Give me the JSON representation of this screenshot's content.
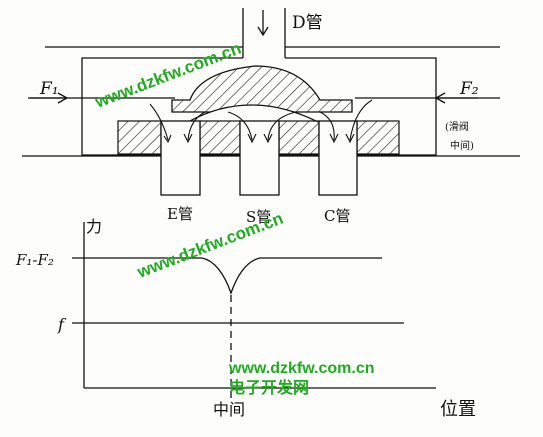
{
  "labels": {
    "d_pipe": "D管",
    "f1": "F₁",
    "f2": "F₂",
    "e_pipe": "E管",
    "s_pipe": "S管",
    "c_pipe": "C管",
    "side_note_1": "(滑阀",
    "side_note_2": "中间)",
    "force_axis": "力",
    "f1_minus_f2": "F₁-F₂",
    "f": "f",
    "middle": "中间",
    "position": "位置"
  },
  "watermark": {
    "url": "www.dzkfw.com.cn",
    "site_name": "电子开发网",
    "color": "#22aa22"
  },
  "colors": {
    "ink": "#111111",
    "hatch": "#222222"
  },
  "chart_data": {
    "type": "line",
    "xlabel": "位置",
    "ylabel": "力",
    "x_tick": "中间",
    "series": [
      {
        "name": "F₁-F₂",
        "shape": "constant level with a downward spike at 中间"
      },
      {
        "name": "f",
        "shape": "constant level"
      }
    ]
  }
}
